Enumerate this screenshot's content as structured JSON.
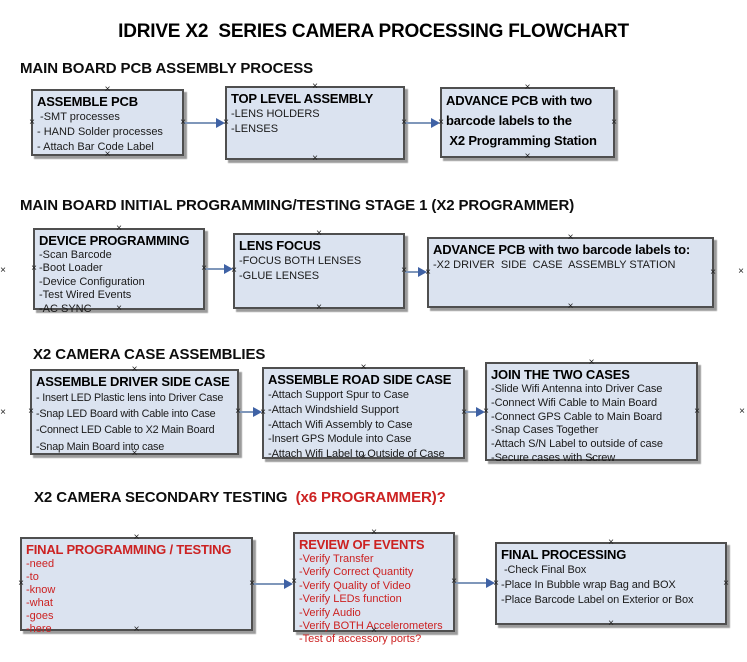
{
  "title": "IDRIVE X2  SERIES CAMERA PROCESSING FLOWCHART",
  "handle_glyph": "×",
  "colors": {
    "box_fill": "#dbe3f0",
    "box_border": "#4f4f4f",
    "box_shadow": "#9b9b9b",
    "red_text": "#cc2222",
    "arrow_line": "#7f97ba",
    "arrow_head": "#3f62a5"
  },
  "sections": [
    {
      "header": "MAIN BOARD PCB ASSEMBLY PROCESS",
      "boxes": [
        {
          "title": "ASSEMBLE PCB",
          "items": [
            " -SMT processes",
            "- HAND Solder processes",
            "- Attach Bar Code Label"
          ]
        },
        {
          "title": "TOP LEVEL ASSEMBLY",
          "items": [
            "-LENS HOLDERS",
            "-LENSES"
          ]
        },
        {
          "title": "ADVANCE PCB with two",
          "items": [
            "barcode labels to the",
            " X2 Programming Station"
          ]
        }
      ]
    },
    {
      "header": "MAIN BOARD INITIAL PROGRAMMING/TESTING STAGE 1 (X2 PROGRAMMER)",
      "boxes": [
        {
          "title": "DEVICE PROGRAMMING",
          "items": [
            "-Scan Barcode",
            "-Boot Loader",
            "-Device Configuration",
            "-Test Wired Events",
            "-AC SYNC"
          ]
        },
        {
          "title": "LENS FOCUS",
          "items": [
            "-FOCUS BOTH LENSES",
            "-GLUE LENSES"
          ]
        },
        {
          "title": "ADVANCE PCB with two barcode labels to:",
          "items": [
            "-X2 DRIVER  SIDE  CASE  ASSEMBLY STATION"
          ]
        }
      ]
    },
    {
      "header": "X2 CAMERA CASE ASSEMBLIES",
      "boxes": [
        {
          "title": "ASSEMBLE DRIVER SIDE CASE",
          "items": [
            "- Insert LED Plastic lens into Driver Case",
            "-Snap LED Board with Cable into Case",
            "-Connect LED Cable to X2 Main Board",
            "-Snap Main Board into case"
          ]
        },
        {
          "title": "ASSEMBLE ROAD SIDE CASE",
          "items": [
            "-Attach Support Spur to Case",
            "-Attach Windshield Support",
            "-Attach Wifi Assembly to Case",
            "-Insert GPS Module into Case",
            "-Attach Wifi Label to Outside of Case"
          ]
        },
        {
          "title": "JOIN THE TWO CASES",
          "items": [
            "-Slide Wifi Antenna into Driver Case",
            "-Connect Wifi Cable to Main Board",
            "-Connect GPS Cable to Main Board",
            "-Snap Cases Together",
            "-Attach S/N Label to outside of case",
            "-Secure cases with Screw"
          ]
        }
      ]
    },
    {
      "header": "X2 CAMERA SECONDARY TESTING",
      "header_red": "  (x6 PROGRAMMER)?",
      "boxes": [
        {
          "title": "FINAL PROGRAMMING / TESTING",
          "items": [
            "-need",
            "-to",
            "-know",
            "-what",
            "-goes",
            "-here"
          ]
        },
        {
          "title": "REVIEW OF EVENTS",
          "items": [
            "-Verify Transfer",
            "-Verify Correct Quantity",
            "-Verify Quality of Video",
            "-Verify LEDs function",
            "-Verify Audio",
            "-Verify BOTH Accelerometers",
            "-Test of accessory ports?"
          ]
        },
        {
          "title": "FINAL PROCESSING",
          "items": [
            " -Check Final Box",
            "-Place In Bubble wrap Bag and BOX",
            "-Place Barcode Label on Exterior or Box"
          ]
        }
      ]
    }
  ]
}
